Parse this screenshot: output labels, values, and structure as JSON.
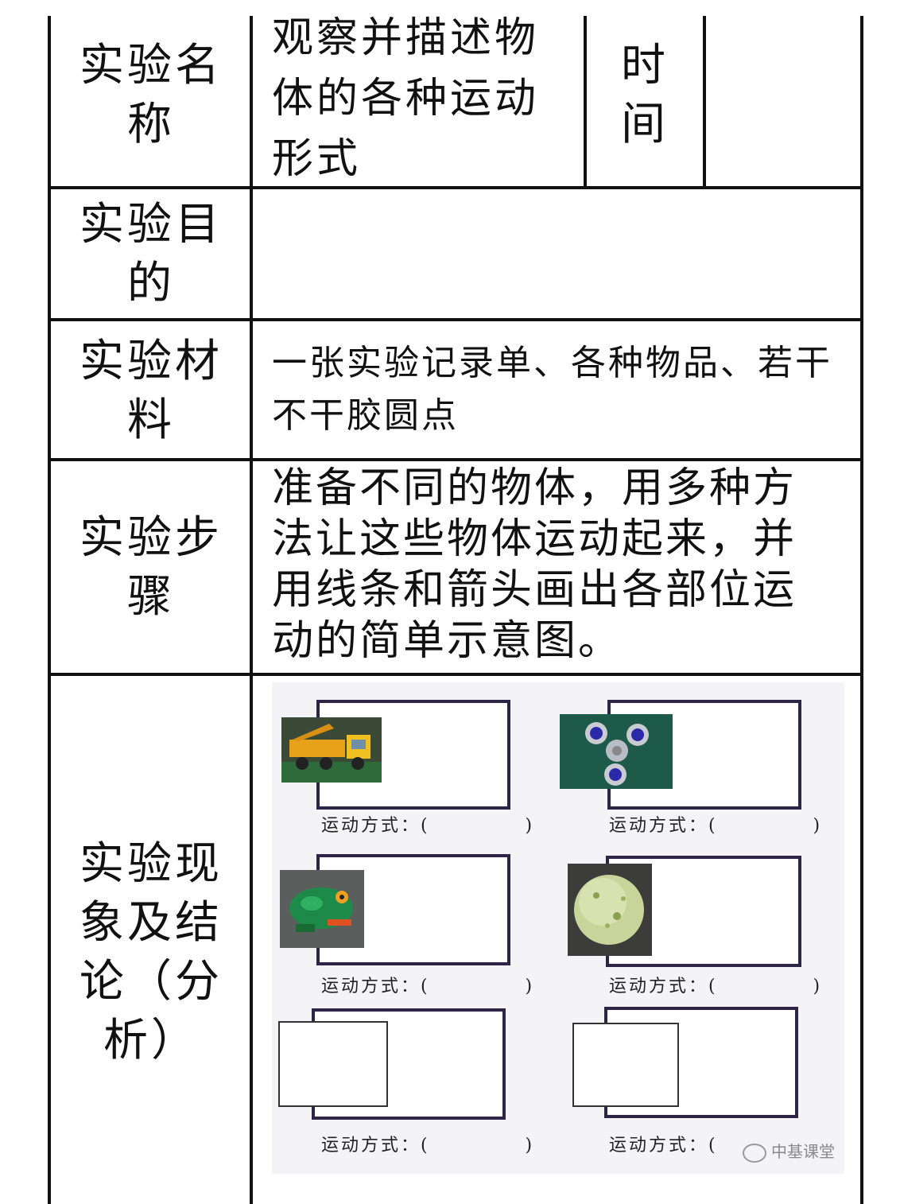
{
  "rows": {
    "name": {
      "label": "实验名称",
      "value": "观察并描述物体的各种运动形式",
      "time_label": "时间",
      "time_value": ""
    },
    "purpose": {
      "label": "实验目的",
      "value": ""
    },
    "materials": {
      "label": "实验材料",
      "value": "一张实验记录单、各种物品、若干不干胶圆点"
    },
    "steps": {
      "label": "实验步骤",
      "value": "准备不同的物体，用多种方法让这些物体运动起来，并用线条和箭头画出各部位运动的简单示意图。"
    },
    "results": {
      "label": "实验现象及结论（分析）"
    }
  },
  "worksheet": {
    "items": [
      {
        "object": "toy truck",
        "motion_label": "运动方式：(            )"
      },
      {
        "object": "fidget spinner",
        "motion_label": "运动方式：(            )"
      },
      {
        "object": "wind-up frog toy",
        "motion_label": "运动方式：(            )"
      },
      {
        "object": "glass marble",
        "motion_label": "运动方式：(            )"
      },
      {
        "object": "blank",
        "motion_label": "运动方式：(            )"
      },
      {
        "object": "blank",
        "motion_label": "运动方式：("
      }
    ],
    "watermark": "中基课堂"
  }
}
